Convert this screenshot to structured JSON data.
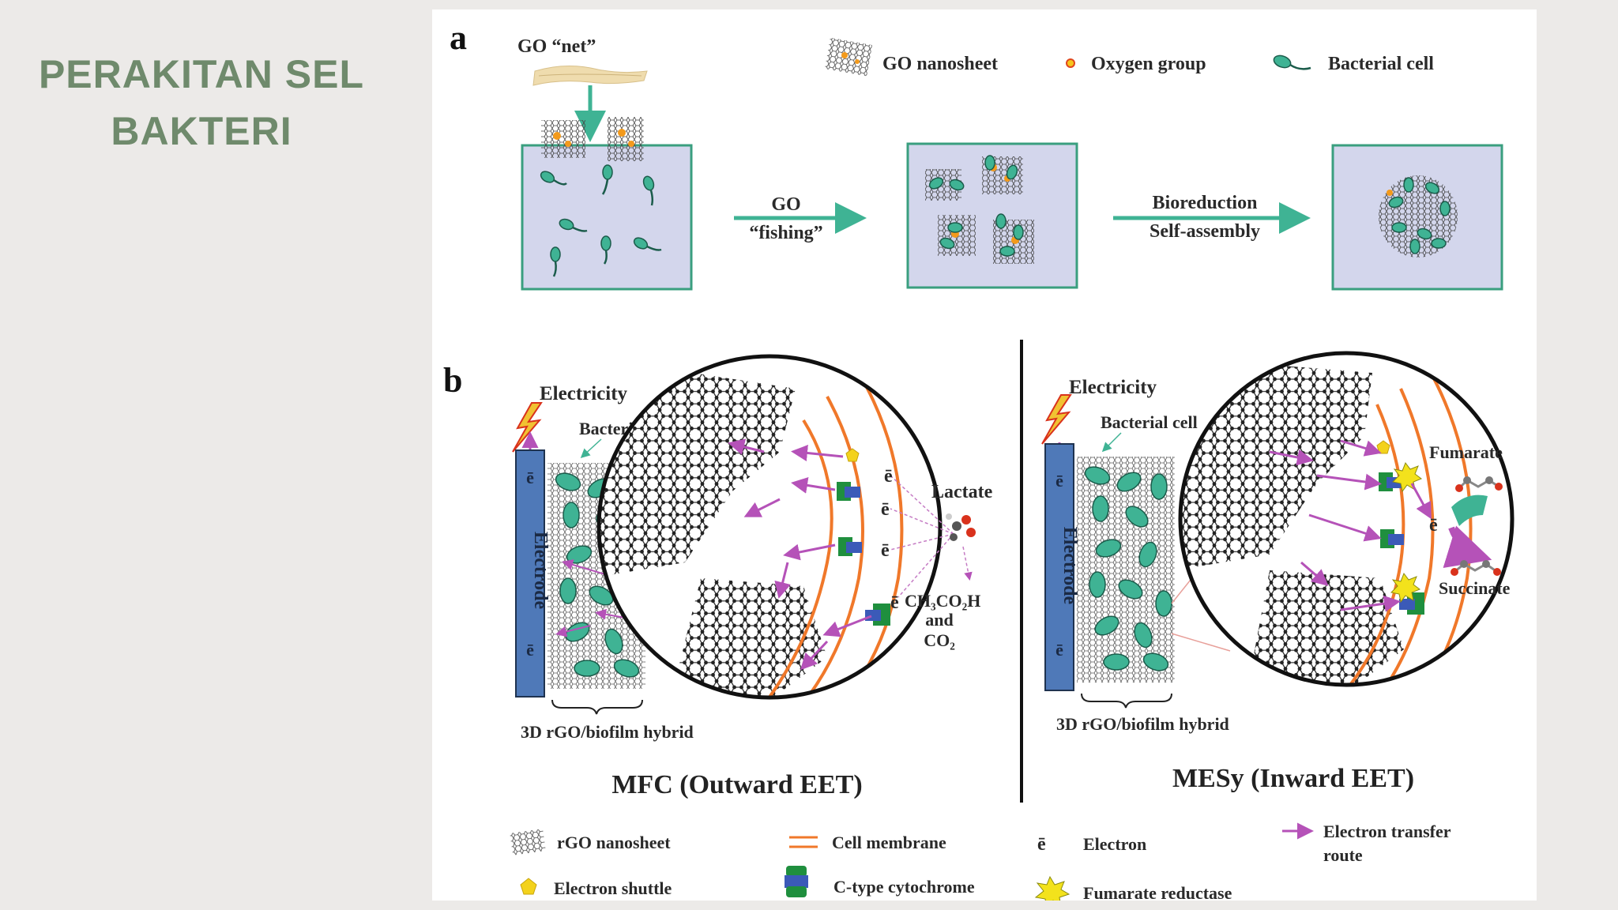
{
  "slide": {
    "title_line1": "PERAKITAN SEL",
    "title_line2": "BAKTERI"
  },
  "panel_a": {
    "letter": "a",
    "go_net": "GO “net”",
    "legend": {
      "go_nanosheet": "GO nanosheet",
      "oxygen_group": "Oxygen group",
      "bacterial_cell": "Bacterial cell"
    },
    "arrow1_line1": "GO",
    "arrow1_line2": "“fishing”",
    "arrow2_line1": "Bioreduction",
    "arrow2_line2": "Self-assembly"
  },
  "panel_b": {
    "letter": "b",
    "left": {
      "electricity": "Electricity",
      "bacterial_cell": "Bacterial cell",
      "electrode": "Electrode",
      "e_top": "ē",
      "e_bottom": "ē",
      "hybrid_label": "3D rGO/biofilm hybrid",
      "lactate": "Lactate",
      "e1": "ē",
      "e2": "ē",
      "e3": "ē",
      "e4": "ē",
      "product_line1": "CH₃CO₂H",
      "product_line2": "and",
      "product_line3": "CO₂",
      "mode_title": "MFC (Outward EET)"
    },
    "right": {
      "electricity": "Electricity",
      "bacterial_cell": "Bacterial cell",
      "electrode": "Electrode",
      "e_top": "ē",
      "e_bottom": "ē",
      "hybrid_label": "3D rGO/biofilm hybrid",
      "fumarate": "Fumarate",
      "succinate": "Succinate",
      "e1": "ē",
      "mode_title": "MESy (Inward EET)"
    }
  },
  "legend_b": {
    "rgo_nanosheet": "rGO nanosheet",
    "electron_shuttle": "Electron shuttle",
    "cell_membrane": "Cell membrane",
    "c_type_cytochrome": "C-type cytochrome",
    "electron_symbol": "ē",
    "electron": "Electron",
    "fumarate_reductase": "Fumarate reductase",
    "electron_transfer_line1": "Electron transfer",
    "electron_transfer_line2": "route"
  },
  "colors": {
    "title_green": "#6f8a6c",
    "teal": "#3fb394",
    "box_fill": "#d3d6ec",
    "box_border": "#3a9f7f",
    "electrode_blue": "#4f79b8",
    "membrane_orange": "#f0782a",
    "arrow_purple": "#b552b8",
    "shuttle_yellow": "#f3d21c"
  },
  "icons": {
    "bacterial_cell": "bacterium-icon",
    "go_nanosheet": "nanosheet-icon",
    "oxygen_group": "oxygen-dot-icon",
    "electricity": "lightning-bolt-icon",
    "electron_shuttle": "pentagon-icon",
    "c_type_cytochrome": "cytochrome-icon",
    "fumarate_reductase": "star-burst-icon"
  }
}
